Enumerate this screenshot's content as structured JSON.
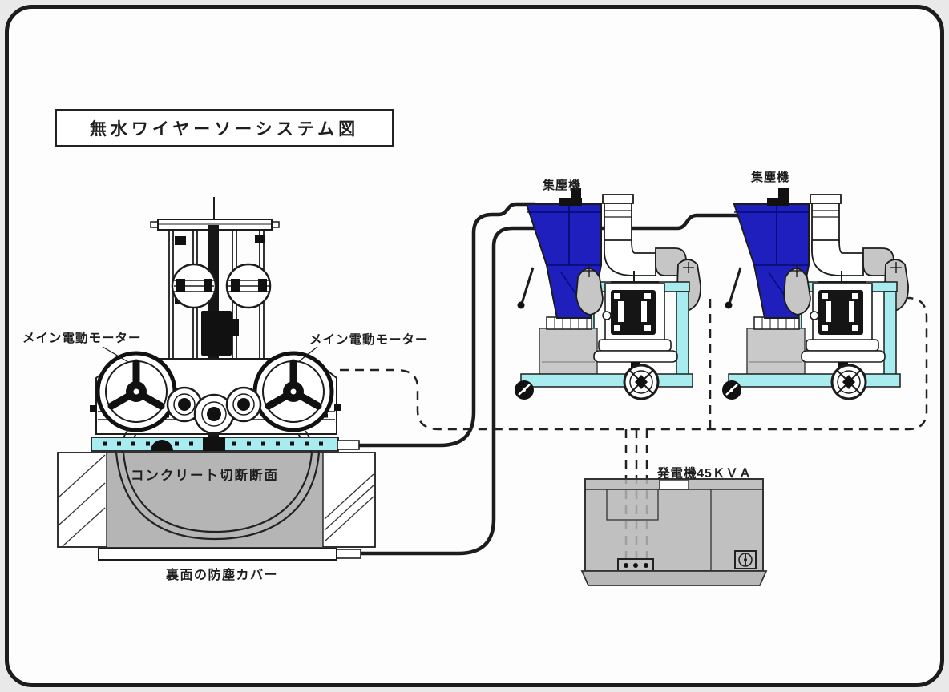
{
  "title_box": {
    "text": "無水ワイヤーソーシステム図"
  },
  "labels": {
    "main_motor_left": "メイン電動モーター",
    "main_motor_right": "メイン電動モーター",
    "dust_collector_left": "集塵機",
    "dust_collector_right": "集塵機",
    "generator": "発電機45ＫＶＡ",
    "concrete_cut_section": "コンクリート切断断面",
    "rear_dust_cover": "裏面の防塵カバー"
  },
  "colors": {
    "tank_blue": "#1f1fbe",
    "frame_cyan": "#a9ecef",
    "concrete_gray": "#b5b5b5",
    "equipment_gray": "#c6c6c6",
    "line_black": "#1c1c1c"
  }
}
